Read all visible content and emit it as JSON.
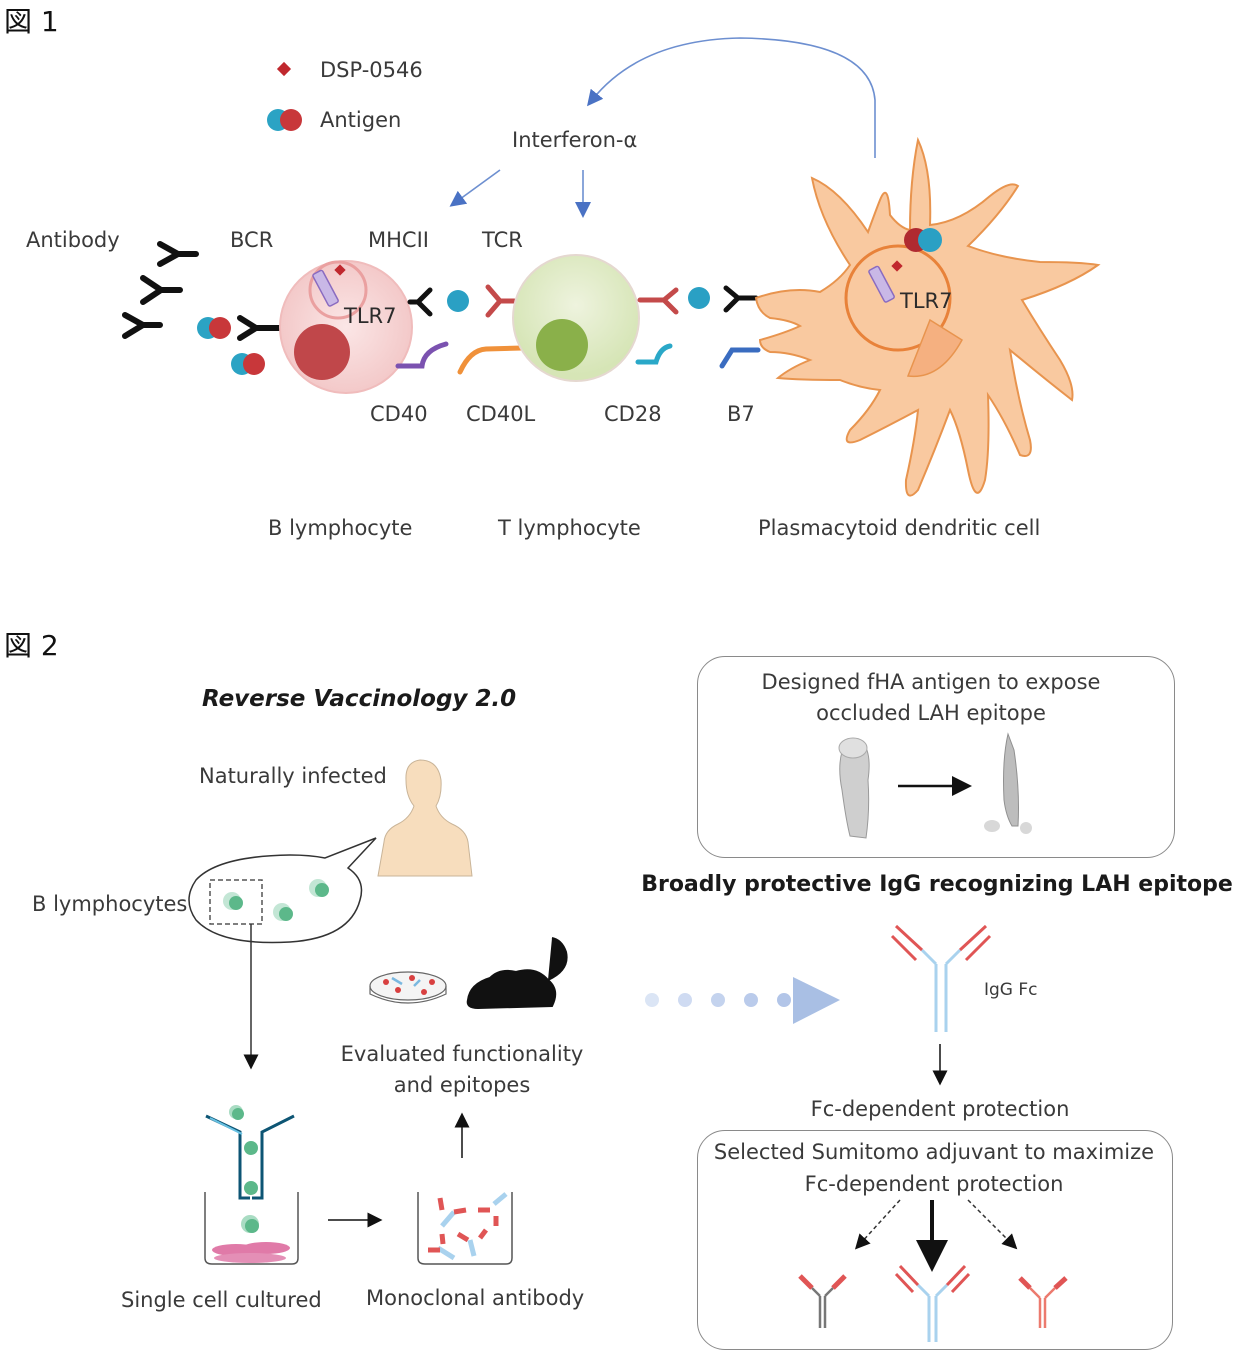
{
  "figure1": {
    "label": "図 1",
    "legend": [
      {
        "icon": "diamond-icon",
        "label": "DSP-0546",
        "color": "#c0282e"
      },
      {
        "icon": "antigen-icon",
        "label": "Antigen",
        "colors": [
          "#2ba3c4",
          "#c8373a"
        ]
      }
    ],
    "cytokine_label": "Interferon-α",
    "molecule_labels": {
      "antibody": "Antibody",
      "bcr": "BCR",
      "mhcii": "MHCII",
      "tcr": "TCR",
      "tlr7_b": "TLR7",
      "tlr7_pdc": "TLR7",
      "cd40": "CD40",
      "cd40l": "CD40L",
      "cd28": "CD28",
      "b7": "B7"
    },
    "cell_labels": {
      "b_cell": "B lymphocyte",
      "t_cell": "T lymphocyte",
      "pdc": "Plasmacytoid dendritic cell"
    },
    "colors": {
      "arrow_blue": "#4a72c4",
      "b_cell_fill": "#f6d5d5",
      "b_nucleus": "#c0474a",
      "t_cell_fill": "#dfe9c8",
      "t_nucleus": "#8ab04a",
      "pdc_fill": "#f9c9a0",
      "pdc_outline": "#e8944e",
      "cd40": "#7b52b0",
      "cd40l": "#f0913a",
      "cd28": "#2aa8c8",
      "b7": "#3a6cc0",
      "tcr": "#c44a4a",
      "tlr7_receptor": "#c9b8e6"
    }
  },
  "figure2": {
    "label": "図 2",
    "title": "Reverse Vaccinology 2.0",
    "naturally_infected": "Naturally infected",
    "b_lymphocytes": "B lymphocytes",
    "single_cell_cultured": "Single cell cultured",
    "monoclonal_antibody": "Monoclonal antibody",
    "evaluated": [
      "Evaluated functionality",
      "and epitopes"
    ],
    "designed_box": [
      "Designed fHA antigen to expose",
      "occluded LAH epitope"
    ],
    "broadly_protective": "Broadly protective IgG recognizing LAH epitope",
    "igg_fc": "IgG Fc",
    "fc_dependent": "Fc-dependent  protection",
    "adjuvant_box": [
      "Selected Sumitomo adjuvant to maximize",
      "Fc-dependent  protection"
    ],
    "colors": {
      "antibody_light": "#a9d2ee",
      "antibody_fab": "#e05555",
      "cell_green": "#5cb88a",
      "skin": "#f7ddbd",
      "dotted_arrow": "#a9bfe4",
      "fibroblast_pink": "#e07aa8"
    }
  }
}
